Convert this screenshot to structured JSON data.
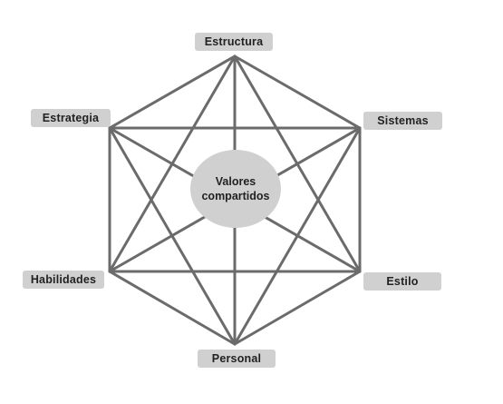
{
  "center": {
    "line1": "Valores",
    "line2": "compartidos"
  },
  "nodes": {
    "estructura": "Estructura",
    "estrategia": "Estrategia",
    "sistemas": "Sistemas",
    "habilidades": "Habilidades",
    "estilo": "Estilo",
    "personal": "Personal"
  },
  "colors": {
    "line": "#6b6b6b",
    "box": "#cfd0cf",
    "text": "#222222"
  }
}
